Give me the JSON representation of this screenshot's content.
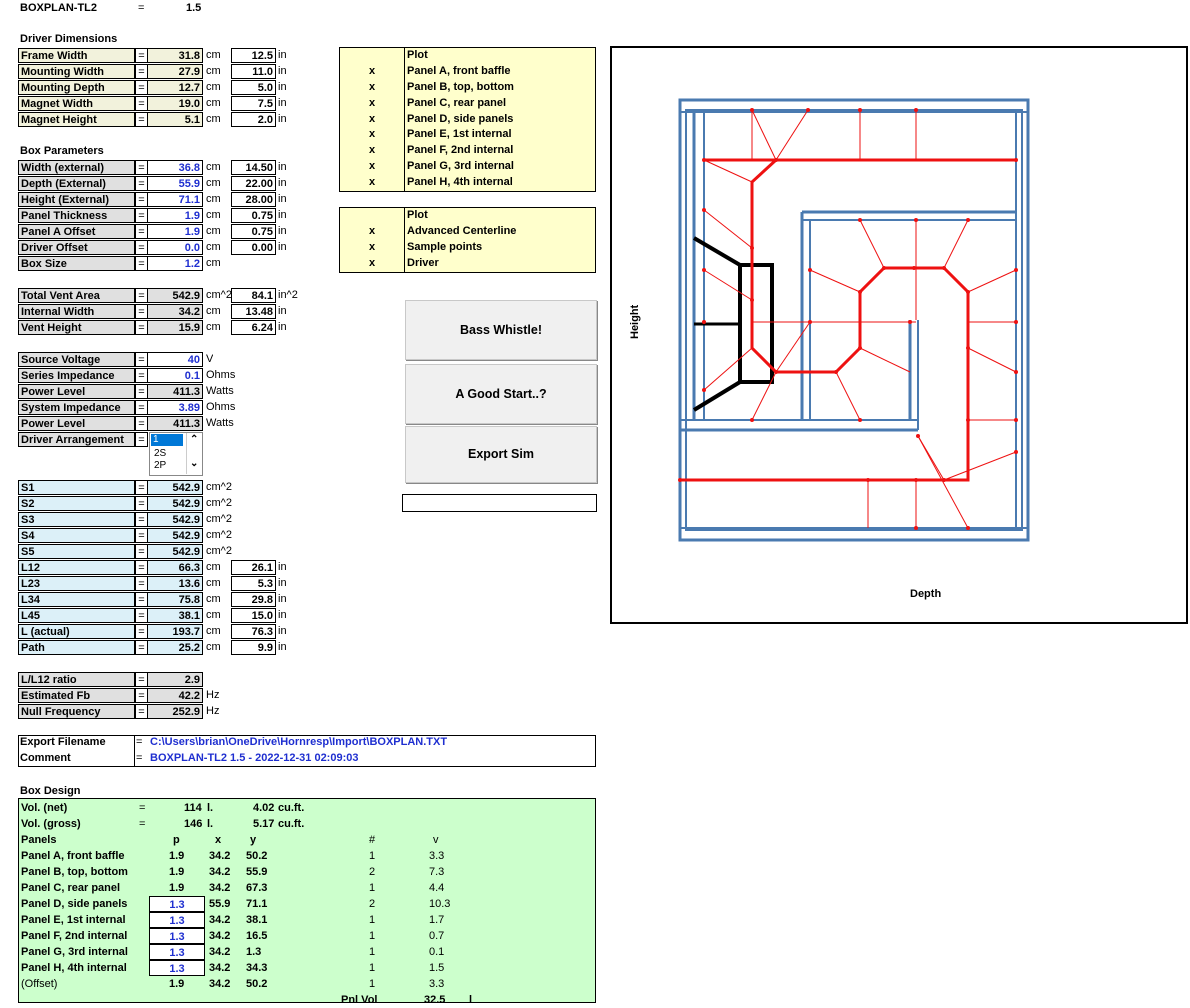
{
  "header": {
    "name": "BOXPLAN-TL2",
    "eq": "=",
    "version": "1.5"
  },
  "driver_dimensions": {
    "heading": "Driver Dimensions",
    "rows": [
      {
        "label": "Frame Width",
        "cm": "31.8",
        "in": "12.5"
      },
      {
        "label": "Mounting Width",
        "cm": "27.9",
        "in": "11.0"
      },
      {
        "label": "Mounting Depth",
        "cm": "12.7",
        "in": "5.0"
      },
      {
        "label": "Magnet Width",
        "cm": "19.0",
        "in": "7.5"
      },
      {
        "label": "Magnet Height",
        "cm": "5.1",
        "in": "2.0"
      }
    ]
  },
  "box_parameters": {
    "heading": "Box Parameters",
    "rows": [
      {
        "label": "Width (external)",
        "cm": "36.8",
        "in": "14.50"
      },
      {
        "label": "Depth (External)",
        "cm": "55.9",
        "in": "22.00"
      },
      {
        "label": "Height (External)",
        "cm": "71.1",
        "in": "28.00"
      },
      {
        "label": "Panel Thickness",
        "cm": "1.9",
        "in": "0.75"
      },
      {
        "label": "Panel A Offset",
        "cm": "1.9",
        "in": "0.75"
      },
      {
        "label": "Driver Offset",
        "cm": "0.0",
        "in": "0.00"
      },
      {
        "label": "Box Size",
        "cm": "1.2"
      }
    ]
  },
  "vent": {
    "rows": [
      {
        "label": "Total Vent Area",
        "v1": "542.9",
        "u1": "cm^2",
        "v2": "84.1",
        "u2": "in^2"
      },
      {
        "label": "Internal Width",
        "v1": "34.2",
        "u1": "cm",
        "v2": "13.48",
        "u2": "in"
      },
      {
        "label": "Vent Height",
        "v1": "15.9",
        "u1": "cm",
        "v2": "6.24",
        "u2": "in"
      }
    ]
  },
  "power": {
    "rows": [
      {
        "label": "Source Voltage",
        "v": "40",
        "u": "V"
      },
      {
        "label": "Series Impedance",
        "v": "0.1",
        "u": "Ohms"
      },
      {
        "label": "Power Level",
        "v": "411.3",
        "u": "Watts"
      },
      {
        "label": "System Impedance",
        "v": "3.89",
        "u": "Ohms"
      },
      {
        "label": "Power Level",
        "v": "411.3",
        "u": "Watts"
      }
    ],
    "arrangement_label": "Driver Arrangement",
    "arrangement_options": [
      "1",
      "2S",
      "2P"
    ]
  },
  "sections": {
    "rows": [
      {
        "label": "S1",
        "cm": "542.9",
        "u": "cm^2"
      },
      {
        "label": "S2",
        "cm": "542.9",
        "u": "cm^2"
      },
      {
        "label": "S3",
        "cm": "542.9",
        "u": "cm^2"
      },
      {
        "label": "S4",
        "cm": "542.9",
        "u": "cm^2"
      },
      {
        "label": "S5",
        "cm": "542.9",
        "u": "cm^2"
      },
      {
        "label": "L12",
        "cm": "66.3",
        "u": "cm",
        "in": "26.1"
      },
      {
        "label": "L23",
        "cm": "13.6",
        "u": "cm",
        "in": "5.3"
      },
      {
        "label": "L34",
        "cm": "75.8",
        "u": "cm",
        "in": "29.8"
      },
      {
        "label": "L45",
        "cm": "38.1",
        "u": "cm",
        "in": "15.0"
      },
      {
        "label": "L (actual)",
        "cm": "193.7",
        "u": "cm",
        "in": "76.3"
      },
      {
        "label": "Path",
        "cm": "25.2",
        "u": "cm",
        "in": "9.9"
      }
    ]
  },
  "ratios": {
    "rows": [
      {
        "label": "L/L12 ratio",
        "v": "2.9",
        "u": ""
      },
      {
        "label": "Estimated Fb",
        "v": "42.2",
        "u": "Hz"
      },
      {
        "label": "Null Frequency",
        "v": "252.9",
        "u": "Hz"
      }
    ]
  },
  "export": {
    "filename_label": "Export Filename",
    "filename": "C:\\Users\\brian\\OneDrive\\Hornresp\\Import\\BOXPLAN.TXT",
    "comment_label": "Comment",
    "comment": "BOXPLAN-TL2 1.5 - 2022-12-31 02:09:03"
  },
  "units": {
    "cm": "cm",
    "in": "in",
    "eq": "="
  },
  "plot_panels": {
    "heading": "Plot",
    "items": [
      {
        "mark": "x",
        "label": "Panel A, front baffle"
      },
      {
        "mark": "x",
        "label": "Panel B, top, bottom"
      },
      {
        "mark": "x",
        "label": "Panel C, rear panel"
      },
      {
        "mark": "x",
        "label": "Panel D, side panels"
      },
      {
        "mark": "x",
        "label": "Panel E, 1st internal"
      },
      {
        "mark": "x",
        "label": "Panel F, 2nd internal"
      },
      {
        "mark": "x",
        "label": "Panel G, 3rd internal"
      },
      {
        "mark": "x",
        "label": "Panel H, 4th internal"
      }
    ]
  },
  "plot_options": {
    "heading": "Plot",
    "items": [
      {
        "mark": "x",
        "label": "Advanced Centerline"
      },
      {
        "mark": "x",
        "label": "Sample points"
      },
      {
        "mark": "x",
        "label": "Driver"
      }
    ]
  },
  "buttons": {
    "bass_whistle": "Bass Whistle!",
    "good_start": "A Good Start..?",
    "export_sim": "Export Sim"
  },
  "diagram": {
    "ylabel": "Height",
    "xlabel": "Depth",
    "box_color": "#4a7ab0",
    "path_color": "#ee1111"
  },
  "box_design": {
    "heading": "Box Design",
    "vol_net": {
      "label": "Vol. (net)",
      "eq": "=",
      "l": "114",
      "lu": "l.",
      "ft": "4.02",
      "ftu": "cu.ft."
    },
    "vol_gross": {
      "label": "Vol. (gross)",
      "eq": "=",
      "l": "146",
      "lu": "l.",
      "ft": "5.17",
      "ftu": "cu.ft."
    },
    "columns": {
      "name": "Panels",
      "p": "p",
      "x": "x",
      "y": "y",
      "n": "#",
      "v": "v"
    },
    "rows": [
      {
        "name": "Panel A, front baffle",
        "p": "1.9",
        "x": "34.2",
        "y": "50.2",
        "n": "1",
        "v": "3.3",
        "input": false
      },
      {
        "name": "Panel B, top, bottom",
        "p": "1.9",
        "x": "34.2",
        "y": "55.9",
        "n": "2",
        "v": "7.3",
        "input": false
      },
      {
        "name": "Panel C, rear panel",
        "p": "1.9",
        "x": "34.2",
        "y": "67.3",
        "n": "1",
        "v": "4.4",
        "input": false
      },
      {
        "name": "Panel D, side panels",
        "p": "1.3",
        "x": "55.9",
        "y": "71.1",
        "n": "2",
        "v": "10.3",
        "input": true
      },
      {
        "name": "Panel E, 1st internal",
        "p": "1.3",
        "x": "34.2",
        "y": "38.1",
        "n": "1",
        "v": "1.7",
        "input": true
      },
      {
        "name": "Panel F, 2nd internal",
        "p": "1.3",
        "x": "34.2",
        "y": "16.5",
        "n": "1",
        "v": "0.7",
        "input": true
      },
      {
        "name": "Panel G, 3rd internal",
        "p": "1.3",
        "x": "34.2",
        "y": "1.3",
        "n": "1",
        "v": "0.1",
        "input": true
      },
      {
        "name": "Panel H, 4th internal",
        "p": "1.3",
        "x": "34.2",
        "y": "34.3",
        "n": "1",
        "v": "1.5",
        "input": true
      },
      {
        "name": "(Offset)",
        "p": "1.9",
        "x": "34.2",
        "y": "50.2",
        "n": "1",
        "v": "3.3",
        "input": false
      }
    ],
    "pnl_vol": {
      "label": "Pnl Vol",
      "v": "32.5",
      "u": "l"
    }
  }
}
